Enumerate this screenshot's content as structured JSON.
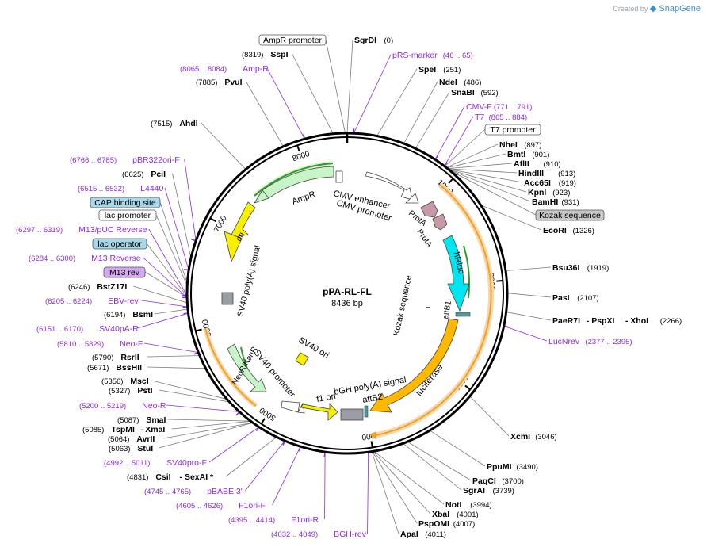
{
  "credit": {
    "prefix": "Created by",
    "brand": "SnapGene"
  },
  "plasmid": {
    "name": "pPA-RL-FL",
    "length_label": "8436 bp"
  },
  "colors": {
    "black": "#000000",
    "purple": "#8a2be2",
    "ampr": "#c8f5c8",
    "ori": "#f7f000",
    "prota": "#c79aa8",
    "hrluc": "#00e6f0",
    "luciferase": "#ffb800",
    "polya": "#9b9fa5",
    "orange_arc": "#f0a030",
    "green_arc": "#2d9a2d"
  },
  "ticks": [
    "1000",
    "2000",
    "3000",
    "4000",
    "5000",
    "6000",
    "7000",
    "8000"
  ],
  "features": {
    "ampr": "AmpR",
    "ori": "ori",
    "sv40_pa_signal": "SV40 poly(A) signal",
    "neor": "NeoR/KanR",
    "sv40_promoter": "SV40 promoter",
    "sv40_ori": "SV40 ori",
    "f1ori": "f1 ori",
    "bgh": "bGH poly(A) signal",
    "attb2": "attB2",
    "luciferase": "luciferase",
    "attb1": "attB1",
    "hrluc": "hRluc",
    "prota1": "ProtA",
    "prota2": "ProtA",
    "cmv_enh": "CMV enhancer",
    "cmv_prom": "CMV promoter",
    "kozak": "Kozak sequence"
  },
  "labels": {
    "ampr_promoter": "AmpR promoter",
    "sgrdi": {
      "name": "SgrDI",
      "pos": "(0)"
    },
    "sspi": {
      "name": "SspI",
      "pos": "(8319)"
    },
    "prs_marker": {
      "name": "pRS-marker",
      "range": "(46 .. 65)"
    },
    "amp_r": {
      "name": "Amp-R",
      "range": "(8065 .. 8084)"
    },
    "spei": {
      "name": "SpeI",
      "pos": "(251)"
    },
    "pvui": {
      "name": "PvuI",
      "pos": "(7885)"
    },
    "ndei": {
      "name": "NdeI",
      "pos": "(486)"
    },
    "snabi": {
      "name": "SnaBI",
      "pos": "(592)"
    },
    "cmv_f": {
      "name": "CMV-F",
      "range": "(771 .. 791)"
    },
    "t7": {
      "name": "T7",
      "range": "(865 .. 884)"
    },
    "ahdi": {
      "name": "AhdI",
      "pos": "(7515)"
    },
    "t7_promoter": "T7 promoter",
    "nhei": {
      "name": "NheI",
      "pos": "(897)"
    },
    "bmti": {
      "name": "BmtI",
      "pos": "(901)"
    },
    "aflii": {
      "name": "AflII",
      "pos": "(910)"
    },
    "hindiii": {
      "name": "HindIII",
      "pos": "(913)"
    },
    "acc65i": {
      "name": "Acc65I",
      "pos": "(919)"
    },
    "kpni": {
      "name": "KpnI",
      "pos": "(923)"
    },
    "bamhi": {
      "name": "BamHI",
      "pos": "(931)"
    },
    "kozak_seq": "Kozak sequence",
    "ecori": {
      "name": "EcoRI",
      "pos": "(1326)"
    },
    "pbr322": {
      "name": "pBR322ori-F",
      "range": "(6766 .. 6785)"
    },
    "pcii": {
      "name": "PciI",
      "pos": "(6625)"
    },
    "l4440": {
      "name": "L4440",
      "range": "(6515 .. 6532)"
    },
    "cap_site": "CAP binding site",
    "lac_promoter": "lac promoter",
    "m13_puc": {
      "name": "M13/pUC Reverse",
      "range": "(6297 .. 6319)"
    },
    "lac_operator": "lac operator",
    "m13_rev_primer": {
      "name": "M13 Reverse",
      "range": "(6284 .. 6300)"
    },
    "m13rev": "M13 rev",
    "bstz17i": {
      "name": "BstZ17I",
      "pos": "(6246)"
    },
    "ebv_rev": {
      "name": "EBV-rev",
      "range": "(6205 .. 6224)"
    },
    "bsmi": {
      "name": "BsmI",
      "pos": "(6194)"
    },
    "sv40pa_r": {
      "name": "SV40pA-R",
      "range": "(6151 .. 6170)"
    },
    "neo_f": {
      "name": "Neo-F",
      "range": "(5810 .. 5829)"
    },
    "rsrii": {
      "name": "RsrII",
      "pos": "(5790)"
    },
    "bsshii": {
      "name": "BssHII",
      "pos": "(5671)"
    },
    "msci": {
      "name": "MscI",
      "pos": "(5356)"
    },
    "psti": {
      "name": "PstI",
      "pos": "(5327)"
    },
    "neo_r": {
      "name": "Neo-R",
      "range": "(5200 .. 5219)"
    },
    "smai": {
      "name": "SmaI",
      "pos": "(5087)"
    },
    "tspmi": {
      "name": "TspMI",
      "pos": "(5085)"
    },
    "xmai": "- XmaI",
    "avrii": {
      "name": "AvrII",
      "pos": "(5064)"
    },
    "stui": {
      "name": "StuI",
      "pos": "(5063)"
    },
    "sv40pro_f": {
      "name": "SV40pro-F",
      "range": "(4992 .. 5011)"
    },
    "csii": {
      "name": "CsiI",
      "pos": "(4831)"
    },
    "sexai": "- SexAI *",
    "pbabe": {
      "name": "pBABE 3'",
      "range": "(4745 .. 4765)"
    },
    "f1ori_f": {
      "name": "F1ori-F",
      "range": "(4605 .. 4626)"
    },
    "f1ori_r": {
      "name": "F1ori-R",
      "range": "(4395 .. 4414)"
    },
    "bgh_rev": {
      "name": "BGH-rev",
      "range": "(4032 .. 4049)"
    },
    "bsu36i": {
      "name": "Bsu36I",
      "pos": "(1919)"
    },
    "pasi": {
      "name": "PasI",
      "pos": "(2107)"
    },
    "paer7i": {
      "name": "PaeR7I",
      "pos": "(2266)"
    },
    "pspxi": "- PspXI",
    "xhoi": "- XhoI",
    "lucnrev": {
      "name": "LucNrev",
      "range": "(2377 .. 2395)"
    },
    "xcmi": {
      "name": "XcmI",
      "pos": "(3046)"
    },
    "ppumi": {
      "name": "PpuMI",
      "pos": "(3490)"
    },
    "paqci": {
      "name": "PaqCI",
      "pos": "(3700)"
    },
    "sgrai": {
      "name": "SgrAI",
      "pos": "(3739)"
    },
    "noti": {
      "name": "NotI",
      "pos": "(3994)"
    },
    "xbai": {
      "name": "XbaI",
      "pos": "(4001)"
    },
    "pspomi": {
      "name": "PspOMI",
      "pos": "(4007)"
    },
    "apai": {
      "name": "ApaI",
      "pos": "(4011)"
    }
  }
}
